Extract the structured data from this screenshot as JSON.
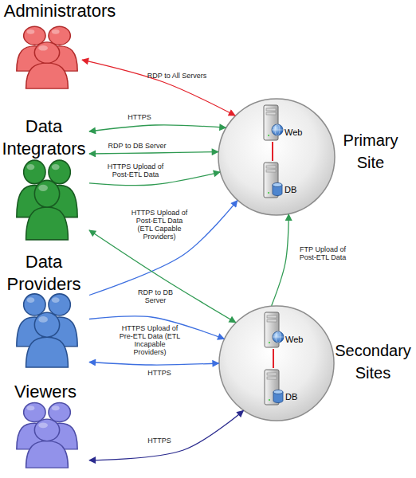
{
  "diagram": {
    "nodes": [
      {
        "text": [
          "Administrators"
        ]
      },
      {
        "text": [
          "Data Integrators"
        ]
      },
      {
        "text": [
          "Data Providers"
        ]
      },
      {
        "text": [
          "Viewers"
        ]
      },
      {
        "text": [
          "Primary Site"
        ]
      },
      {
        "text": [
          "Web"
        ],
        "in": 4
      },
      {
        "text": [
          "DB"
        ],
        "in": 4
      },
      {
        "text": [
          "Secondary Sites"
        ]
      },
      {
        "text": [
          "Web"
        ],
        "in": 7
      },
      {
        "text": [
          "DB"
        ],
        "in": 7
      }
    ],
    "edges": [
      {
        "from": 0,
        "to": 4,
        "label": "RDP to All Servers",
        "arrow": "both"
      },
      {
        "from": 1,
        "to": 4,
        "label": "HTTPS",
        "arrow": "both"
      },
      {
        "from": 1,
        "to": 4,
        "label": "RDP to DB Server",
        "arrow": "both"
      },
      {
        "from": 1,
        "to": 4,
        "label": "HTTPS Upload of Post-ETL Data",
        "arrow": "to"
      },
      {
        "from": 2,
        "to": 4,
        "label": "HTTPS Upload of Post-ETL Data (ETL Capable Providers)",
        "arrow": "to"
      },
      {
        "from": 1,
        "to": 7,
        "label": "RDP to DB Server",
        "arrow": "both"
      },
      {
        "from": 2,
        "to": 7,
        "label": "HTTPS Upload of Pre-ETL Data (ETL Incapable Providers)",
        "arrow": "to"
      },
      {
        "from": 2,
        "to": 7,
        "label": "HTTPS",
        "arrow": "both"
      },
      {
        "from": 3,
        "to": 7,
        "label": "HTTPS",
        "arrow": "both"
      },
      {
        "from": 7,
        "to": 4,
        "label": "FTP Upload of Post-ETL Data",
        "arrow": "to"
      },
      {
        "from": 5,
        "to": 6,
        "arrow": "none"
      },
      {
        "from": 8,
        "to": 9,
        "arrow": "none"
      }
    ]
  }
}
